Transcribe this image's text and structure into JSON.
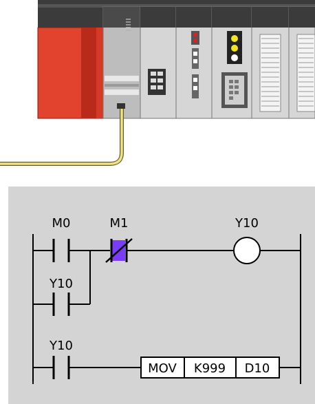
{
  "plc": {
    "colors": {
      "power_supply": "#e2432f",
      "power_supply_dark": "#b92a1a",
      "module_body": "#e5e5e5",
      "module_top": "#3b3b3b",
      "led_red": "#e02020",
      "led_yellow": "#f3e51d",
      "cable": "#f1e27a",
      "cable_outline": "#5a5a3a"
    }
  },
  "ladder": {
    "colors": {
      "panel": "#d4d4d4",
      "line": "#000000",
      "active_contact": "#7a3cf6",
      "coil_fill": "#ffffff",
      "box_fill": "#ffffff"
    },
    "rung1": {
      "contact1_label": "M0",
      "contact2_label": "M1",
      "coil_label": "Y10"
    },
    "rung1_branch": {
      "contact_label": "Y10"
    },
    "rung2": {
      "contact_label": "Y10",
      "instruction": "MOV",
      "operand1": "K999",
      "operand2": "D10"
    }
  }
}
